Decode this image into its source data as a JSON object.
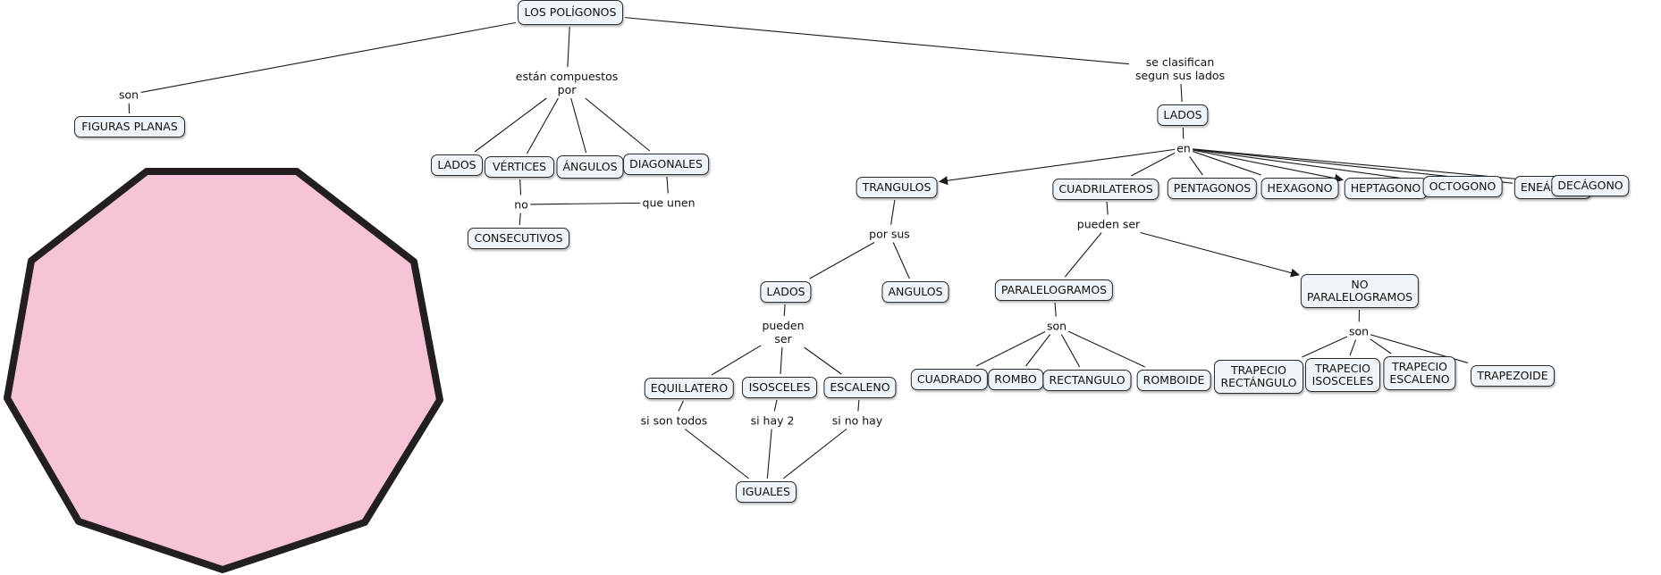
{
  "diagram": {
    "polygon_fill": "#f6c3d8",
    "polygon_stroke": "#231f20",
    "line_color": "#1a1a1a",
    "nodes": [
      {
        "id": "poligonos",
        "text": "LOS POLÍGONOS"
      },
      {
        "id": "figuras",
        "text": "FIGURAS PLANAS"
      },
      {
        "id": "lados1",
        "text": "LADOS"
      },
      {
        "id": "vertices",
        "text": "VÉRTICES"
      },
      {
        "id": "angulos1",
        "text": "ÁNGULOS"
      },
      {
        "id": "diagonales",
        "text": "DIAGONALES"
      },
      {
        "id": "consecutivos",
        "text": "CONSECUTIVOS"
      },
      {
        "id": "lados2",
        "text": "LADOS"
      },
      {
        "id": "trangulos",
        "text": "TRANGULOS"
      },
      {
        "id": "cuadrilateros",
        "text": "CUADRILATEROS"
      },
      {
        "id": "pentagonos",
        "text": "PENTAGONOS"
      },
      {
        "id": "hexagono",
        "text": "HEXAGONO"
      },
      {
        "id": "heptagono",
        "text": "HEPTAGONO"
      },
      {
        "id": "octogono",
        "text": "OCTOGONO"
      },
      {
        "id": "eneagono",
        "text": "ENEÁGONO"
      },
      {
        "id": "decagono",
        "text": "DECÁGONO"
      },
      {
        "id": "lados3",
        "text": "LADOS"
      },
      {
        "id": "angulos2",
        "text": "ANGULOS"
      },
      {
        "id": "equillatero",
        "text": "EQUILLATERO"
      },
      {
        "id": "isosceles",
        "text": "ISOSCELES"
      },
      {
        "id": "escaleno",
        "text": "ESCALENO"
      },
      {
        "id": "iguales",
        "text": "IGUALES"
      },
      {
        "id": "paralelogramos",
        "text": "PARALELOGRAMOS"
      },
      {
        "id": "noparalelogramos",
        "text": "NO\nPARALELOGRAMOS"
      },
      {
        "id": "cuadrado",
        "text": "CUADRADO"
      },
      {
        "id": "rombo",
        "text": "ROMBO"
      },
      {
        "id": "rectangulo",
        "text": "RECTANGULO"
      },
      {
        "id": "romboide",
        "text": "ROMBOIDE"
      },
      {
        "id": "trap_rect",
        "text": "TRAPECIO\nRECTÁNGULO"
      },
      {
        "id": "trap_isos",
        "text": "TRAPECIO\nISOSCELES"
      },
      {
        "id": "trap_esca",
        "text": "TRAPECIO\nESCALENO"
      },
      {
        "id": "trapezoide",
        "text": "TRAPEZOIDE"
      }
    ],
    "labels": [
      {
        "id": "son1",
        "text": "son"
      },
      {
        "id": "compuestos",
        "text": "están compuestos\npor"
      },
      {
        "id": "clasifican",
        "text": "se clasifican\nsegun sus lados"
      },
      {
        "id": "no",
        "text": "no"
      },
      {
        "id": "queunen",
        "text": "que unen"
      },
      {
        "id": "en",
        "text": "en"
      },
      {
        "id": "porsus",
        "text": "por sus"
      },
      {
        "id": "puedenser1",
        "text": "pueden ser"
      },
      {
        "id": "puedenser2",
        "text": "pueden\nser"
      },
      {
        "id": "sitodos",
        "text": "si son todos"
      },
      {
        "id": "sihay2",
        "text": "si hay 2"
      },
      {
        "id": "sinohay",
        "text": "si no hay"
      },
      {
        "id": "son2",
        "text": "son"
      },
      {
        "id": "son3",
        "text": "son"
      }
    ]
  }
}
